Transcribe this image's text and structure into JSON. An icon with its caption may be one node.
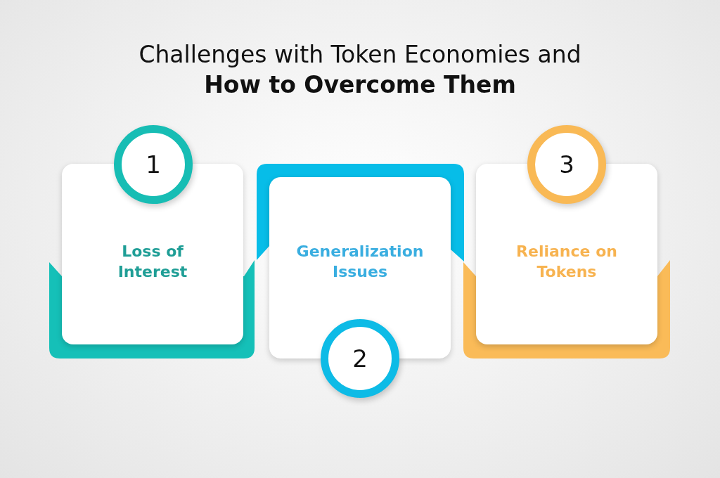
{
  "diagram": {
    "title": "Challenges with Token Economies and **How to Overcome Them**",
    "nodes": [
      {
        "text": [
          "1"
        ]
      },
      {
        "text": [
          "Loss of Interest"
        ]
      },
      {
        "text": [
          "Generalization Issues"
        ]
      },
      {
        "text": [
          "2"
        ]
      },
      {
        "text": [
          "3"
        ]
      },
      {
        "text": [
          "Reliance on Tokens"
        ]
      }
    ],
    "edges": []
  }
}
